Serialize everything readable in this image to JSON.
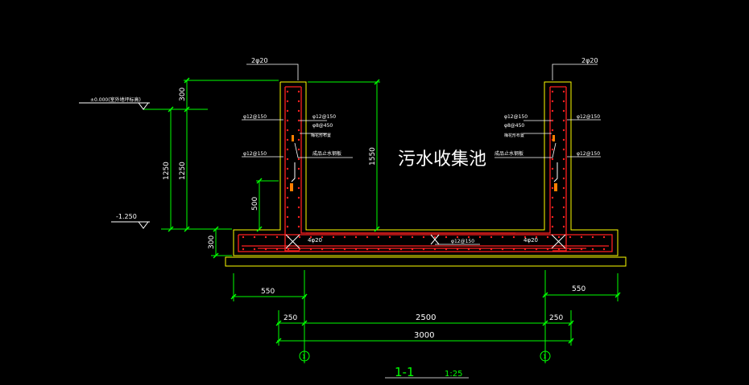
{
  "title": "污水收集池",
  "section": {
    "label": "1-1",
    "scale": "1:25"
  },
  "elevations": {
    "top": "±0.000(室外地坪标高)",
    "bottom": "-1.250"
  },
  "dims": {
    "d300_top": "300",
    "d1250_a": "1250",
    "d1250_b": "1250",
    "d1550": "1550",
    "d500": "500",
    "d300_base": "300",
    "d550_left": "550",
    "d550_right": "550",
    "d250_left": "250",
    "d2500": "2500",
    "d250_right": "250",
    "d3000": "3000"
  },
  "axis": {
    "left": "1",
    "right": "1"
  },
  "rebar": {
    "top_left": "2φ20",
    "top_right": "2φ20",
    "left_outer_1": "φ12@150",
    "left_outer_2": "φ12@150",
    "left_inner_1": "φ12@150",
    "left_inner_2": "φ8@450",
    "left_inner_3": "梅花形布置",
    "left_waterstop": "成品止水钢板",
    "right_inner_1": "φ12@150",
    "right_inner_2": "φ8@450",
    "right_inner_3": "梅花形布置",
    "right_waterstop": "成品止水钢板",
    "right_outer_1": "φ12@150",
    "right_outer_2": "φ12@150",
    "slab_left": "4φ20",
    "slab_mid": "φ12@150",
    "slab_right": "4φ20"
  },
  "colors": {
    "concrete": "#ffff00",
    "rebar": "#ff2020",
    "dims": "#00ff00",
    "text": "#ffffff",
    "leader": "#ffffff"
  }
}
